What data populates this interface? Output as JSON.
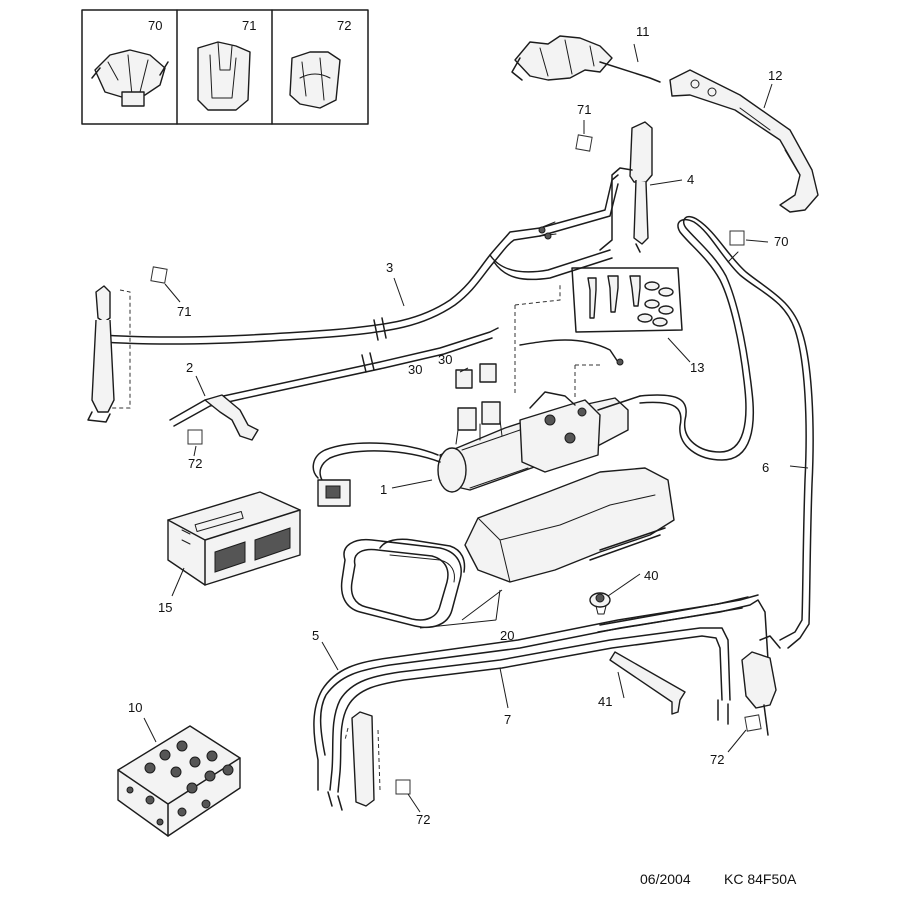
{
  "inset": {
    "labels": [
      "70",
      "71",
      "72"
    ]
  },
  "callouts": {
    "c1": "1",
    "c2": "2",
    "c3": "3",
    "c4": "4",
    "c6": "6",
    "c5": "5",
    "c7": "7",
    "c10": "10",
    "c11": "11",
    "c12": "12",
    "c13": "13",
    "c15": "15",
    "c20": "20",
    "c30a": "30",
    "c30b": "30",
    "c40": "40",
    "c41": "41",
    "c70": "70",
    "c71a": "71",
    "c71b": "71",
    "c72a": "72",
    "c72b": "72",
    "c72c": "72"
  },
  "footer": {
    "date": "06/2004",
    "ref": "KC 84F50A"
  }
}
